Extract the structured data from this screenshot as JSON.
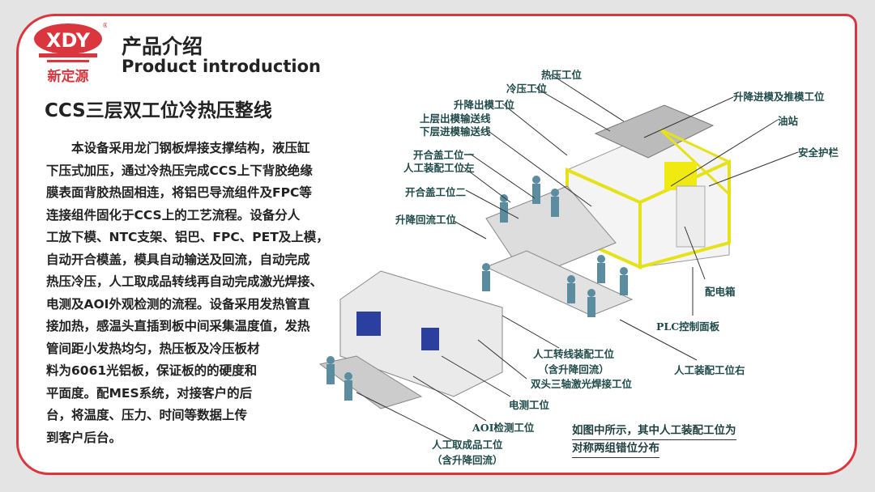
{
  "brand": {
    "logo_text": "XDY",
    "logo_cn": "新定源",
    "registered": "®",
    "accent": "#d9363e"
  },
  "header": {
    "title_cn": "产品介绍",
    "title_en": "Product introduction"
  },
  "product_title": "CCS三层双工位冷热压整线",
  "description_lines": [
    "　　本设备采用龙门钢板焊接支撑结构，液压缸",
    "下压式加压，通过冷热压完成CCS上下背胶绝缘",
    "膜表面背胶热固相连，将铝巴导流组件及FPC等",
    "连接组件固化于CCS上的工艺流程。设备分人",
    "工放下模、NTC支架、铝巴、FPC、PET及上模，",
    "自动开合模盖，模具自动输送及回流，自动完成",
    "热压冷压，人工取成品转线再自动完成激光焊接、",
    "电测及AOI外观检测的流程。设备采用发热管直",
    "接加热，感温头直插到板中间采集温度值，发热",
    "管间距小发热均匀，热压板及冷压板材",
    "料为6061光铝板，保证板的的硬度和",
    "平面度。配MES系统，对接客户的后",
    "台，将温度、压力、时间等数据上传",
    "到客户后台。"
  ],
  "labels": {
    "hot_press": "热压工位",
    "cold_press": "冷压工位",
    "lift_out": "升降出模工位",
    "upper_out_conveyor": "上层出模输送线",
    "lower_in_conveyor": "下层进模输送线",
    "lid_station_1": "开合盖工位一",
    "manual_left": "人工装配工位左",
    "lid_station_2": "开合盖工位二",
    "lift_return": "升降回流工位",
    "lift_in_push": "升降进模及推模工位",
    "oil_station": "油站",
    "guardrail": "安全护栏",
    "electric_box": "配电箱",
    "plc_panel": "PLC控制面板",
    "manual_right": "人工装配工位右",
    "manual_transfer": "人工转线装配工位",
    "manual_transfer_sub": "（含升降回流）",
    "laser_weld": "双头三轴激光焊接工位",
    "electric_test": "电测工位",
    "aoi": "AOI检测工位",
    "take_product": "人工取成品工位",
    "take_product_sub": "（含升降回流）"
  },
  "note_lines": [
    "如图中所示，其中人工装配工位为",
    "对称两组错位分布"
  ]
}
